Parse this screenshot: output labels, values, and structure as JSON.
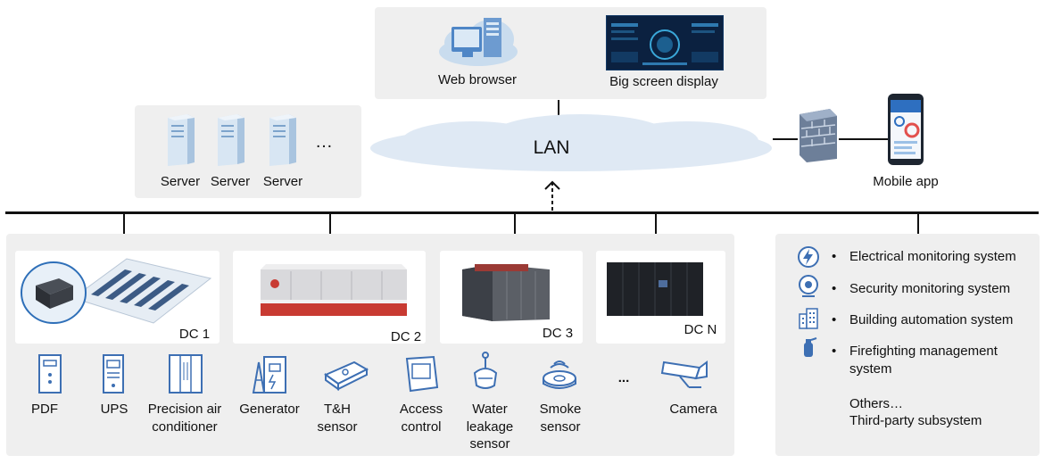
{
  "top": {
    "web_browser": "Web browser",
    "big_screen": "Big screen display"
  },
  "servers": {
    "labels": [
      "Server",
      "Server",
      "Server"
    ],
    "more": "…"
  },
  "lan": {
    "label": "LAN"
  },
  "mobile": {
    "label": "Mobile app"
  },
  "data_centers": [
    {
      "label": "DC 1"
    },
    {
      "label": "DC 2"
    },
    {
      "label": "DC 3"
    },
    {
      "label": "DC N"
    }
  ],
  "devices": [
    {
      "line1": "PDF",
      "line2": "",
      "line3": ""
    },
    {
      "line1": "UPS",
      "line2": "",
      "line3": ""
    },
    {
      "line1": "Precision air",
      "line2": "conditioner",
      "line3": ""
    },
    {
      "line1": "Generator",
      "line2": "",
      "line3": ""
    },
    {
      "line1": "T&H",
      "line2": "sensor",
      "line3": ""
    },
    {
      "line1": "Access",
      "line2": "control",
      "line3": ""
    },
    {
      "line1": "Water",
      "line2": "leakage",
      "line3": "sensor"
    },
    {
      "line1": "Smoke",
      "line2": "sensor",
      "line3": ""
    },
    {
      "line1": "...",
      "line2": "",
      "line3": ""
    },
    {
      "line1": "Camera",
      "line2": "",
      "line3": ""
    }
  ],
  "subsystems": [
    {
      "line1": "Electrical monitoring system",
      "line2": "",
      "icon": "lightning-icon"
    },
    {
      "line1": "Security monitoring system",
      "line2": "",
      "icon": "webcam-icon"
    },
    {
      "line1": "Building automation system",
      "line2": "",
      "icon": "building-icon"
    },
    {
      "line1": "Firefighting management",
      "line2": "system",
      "icon": "fire-extinguisher-icon"
    }
  ],
  "others": {
    "line1": "Others…",
    "line2": "Third-party subsystem"
  },
  "colors": {
    "panel": "#efefef",
    "icon_blue": "#3d6fb3",
    "server_light": "#cfe1f1",
    "cloud": "#dfe9f4"
  }
}
